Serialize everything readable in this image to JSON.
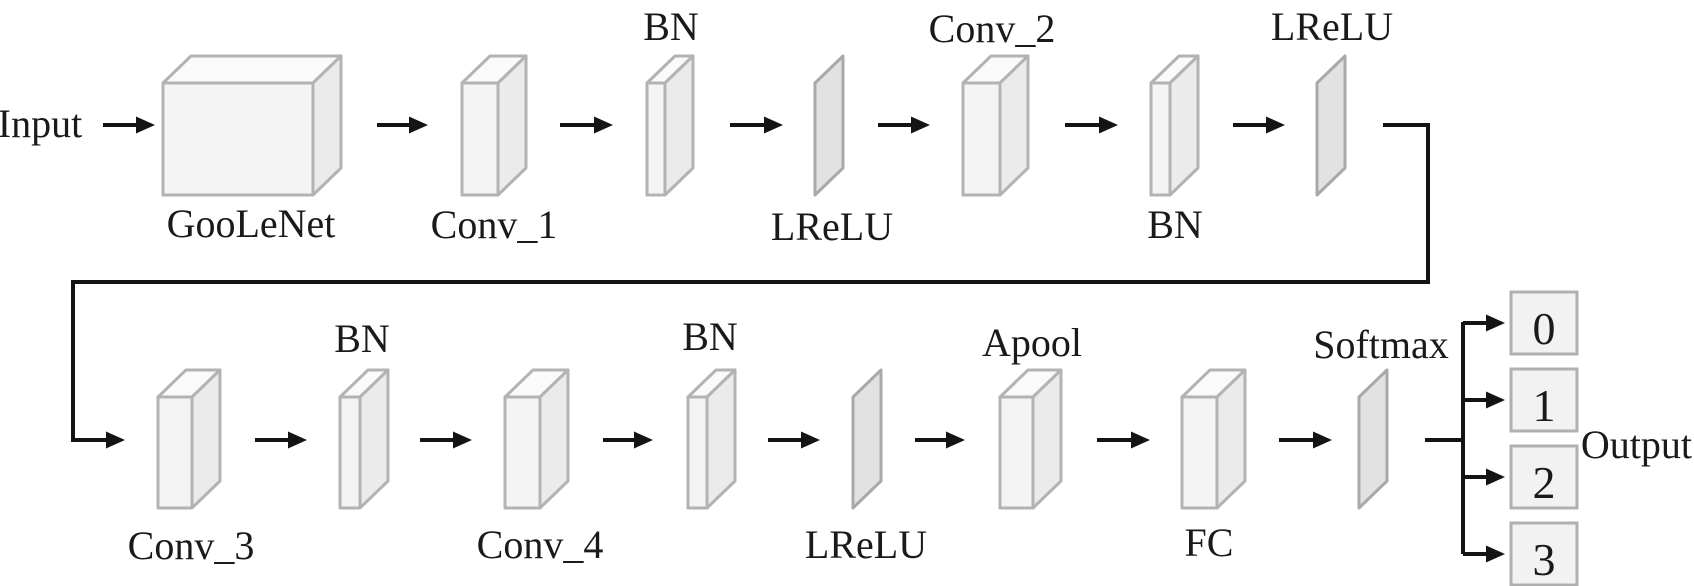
{
  "diagram_title": "CNN architecture flow diagram",
  "input": {
    "label": "Input"
  },
  "output": {
    "label": "Output",
    "classes": [
      "0",
      "1",
      "2",
      "3"
    ]
  },
  "row1": {
    "nodes": [
      {
        "id": "googlenet",
        "label": "GooLeNet",
        "shape": "box3d-large",
        "label_pos": "below"
      },
      {
        "id": "conv1",
        "label": "Conv_1",
        "shape": "box3d",
        "label_pos": "below"
      },
      {
        "id": "bn1",
        "label": "BN",
        "shape": "box3d-thin",
        "label_pos": "above"
      },
      {
        "id": "lrelu1",
        "label": "LReLU",
        "shape": "plane",
        "label_pos": "below"
      },
      {
        "id": "conv2",
        "label": "Conv_2",
        "shape": "box3d",
        "label_pos": "above"
      },
      {
        "id": "bn2",
        "label": "BN",
        "shape": "box3d-thin",
        "label_pos": "below"
      },
      {
        "id": "lrelu2",
        "label": "LReLU",
        "shape": "plane",
        "label_pos": "above"
      }
    ]
  },
  "row2": {
    "nodes": [
      {
        "id": "conv3",
        "label": "Conv_3",
        "shape": "box3d",
        "label_pos": "below"
      },
      {
        "id": "bn3",
        "label": "BN",
        "shape": "box3d-thin",
        "label_pos": "above"
      },
      {
        "id": "conv4",
        "label": "Conv_4",
        "shape": "box3d",
        "label_pos": "below"
      },
      {
        "id": "bn4",
        "label": "BN",
        "shape": "box3d-thin",
        "label_pos": "above"
      },
      {
        "id": "lrelu3",
        "label": "LReLU",
        "shape": "plane",
        "label_pos": "below"
      },
      {
        "id": "apool",
        "label": "Apool",
        "shape": "box3d",
        "label_pos": "above"
      },
      {
        "id": "fc",
        "label": "FC",
        "shape": "box3d",
        "label_pos": "below"
      },
      {
        "id": "softmax",
        "label": "Softmax",
        "shape": "plane",
        "label_pos": "above"
      }
    ]
  },
  "colors": {
    "box_front": "#f4f4f4",
    "box_top": "#fafafa",
    "box_side": "#ebebeb",
    "box_border": "#b3b3b3",
    "plane_fill": "#e2e2e2",
    "plane_border": "#a9a9a9",
    "line": "#141414",
    "text": "#1a1a1a",
    "background": "#ffffff",
    "output_box_fill": "#f2f2f2",
    "output_box_border": "#b0b0b0"
  }
}
